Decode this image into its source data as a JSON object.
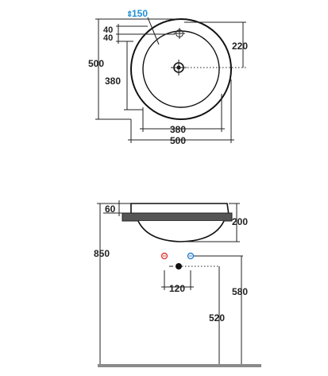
{
  "top_view": {
    "tap_hole_label": "150",
    "tap_hole_symbol": "⇕",
    "offset_a": "40",
    "offset_b": "40",
    "height_outer": "500",
    "height_inner": "380",
    "tap_offset": "220",
    "width_inner": "380",
    "width_outer": "500"
  },
  "side_view": {
    "rim_height": "60",
    "basin_depth": "200",
    "mount_height": "850",
    "supply_height": "580",
    "waste_height": "520",
    "supply_spacing": "120"
  },
  "colors": {
    "accent": "#1f8fd6",
    "hot": "#e23b3b",
    "cold": "#2f7fd0",
    "line": "#222222",
    "counter": "#555555",
    "floor": "#8a8a8a"
  }
}
